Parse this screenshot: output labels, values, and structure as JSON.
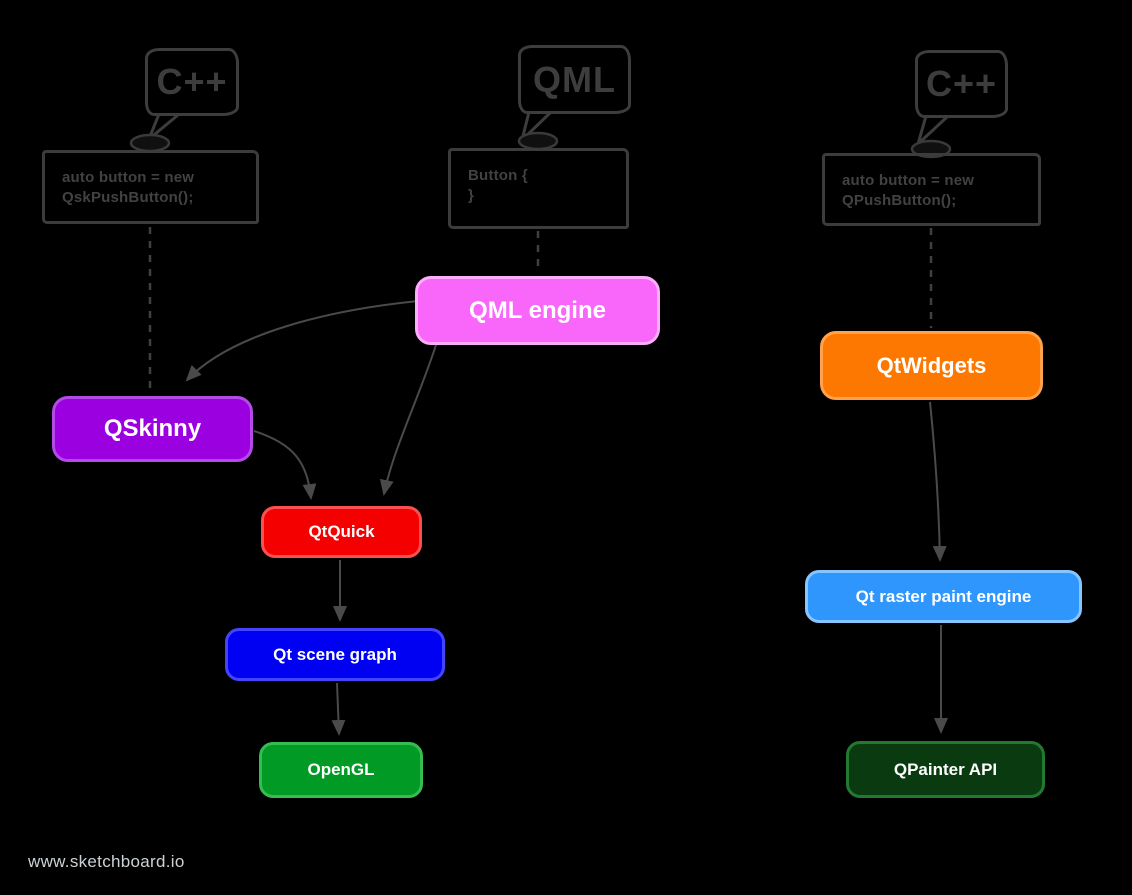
{
  "diagram": {
    "watermark": "www.sketchboard.io",
    "background": "#000000",
    "ink_color": "#3c3c3c",
    "arrow_color": "#4a4a4a"
  },
  "bubbles": [
    {
      "id": "cpp-left",
      "label": "C++"
    },
    {
      "id": "qml",
      "label": "QML"
    },
    {
      "id": "cpp-right",
      "label": "C++"
    }
  ],
  "code_boxes": [
    {
      "id": "qsk-code",
      "lines": [
        "auto button = new",
        "QskPushButton();"
      ]
    },
    {
      "id": "qml-code",
      "lines": [
        "Button {",
        "}"
      ]
    },
    {
      "id": "qpush-code",
      "lines": [
        "auto button = new",
        "QPushButton();"
      ]
    }
  ],
  "nodes": [
    {
      "id": "qml-engine",
      "label": "QML engine",
      "fill": "#f966fa",
      "border": "#fcaefa"
    },
    {
      "id": "qskinny",
      "label": "QSkinny",
      "fill": "#9a00e0",
      "border": "#b44ae8"
    },
    {
      "id": "qtquick",
      "label": "QtQuick",
      "fill": "#f40000",
      "border": "#fb5050"
    },
    {
      "id": "qt-scene-graph",
      "label": "Qt scene graph",
      "fill": "#0000f2",
      "border": "#4444ff"
    },
    {
      "id": "opengl",
      "label": "OpenGL",
      "fill": "#009a25",
      "border": "#35bd51"
    },
    {
      "id": "qtwidgets",
      "label": "QtWidgets",
      "fill": "#fd7800",
      "border": "#ffa14d"
    },
    {
      "id": "qt-raster-paint-engine",
      "label": "Qt raster paint engine",
      "fill": "#2f96fe",
      "border": "#87c5ff"
    },
    {
      "id": "qpainter-api",
      "label": "QPainter API",
      "fill": "#0a3a0f",
      "border": "#227a30"
    }
  ],
  "edges": [
    {
      "from": "qsk-code",
      "to": "qskinny",
      "style": "dashed"
    },
    {
      "from": "qml-code",
      "to": "qml-engine",
      "style": "dashed"
    },
    {
      "from": "qpush-code",
      "to": "qtwidgets",
      "style": "dashed"
    },
    {
      "from": "qml-engine",
      "to": "qskinny",
      "style": "arrow"
    },
    {
      "from": "qml-engine",
      "to": "qtquick",
      "style": "arrow"
    },
    {
      "from": "qskinny",
      "to": "qtquick",
      "style": "arrow"
    },
    {
      "from": "qtquick",
      "to": "qt-scene-graph",
      "style": "arrow"
    },
    {
      "from": "qt-scene-graph",
      "to": "opengl",
      "style": "arrow"
    },
    {
      "from": "qtwidgets",
      "to": "qt-raster-paint-engine",
      "style": "arrow"
    },
    {
      "from": "qt-raster-paint-engine",
      "to": "qpainter-api",
      "style": "arrow"
    }
  ]
}
